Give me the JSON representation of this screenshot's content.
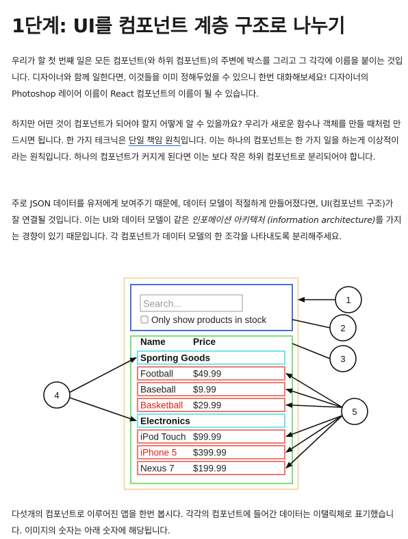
{
  "title": "1단계: UI를 컴포넌트 계층 구조로 나누기",
  "paragraph1": "우리가 할 첫 번째 일은 모든 컴포넌트(와 하위 컴포넌트)의 주변에 박스를 그리고 그 각각에 이름을 붙이는 것입니다. 디자이너와 함께 일한다면, 이것들을 이미 정해두었을 수 있으니 한번 대화해보세요! 디자이너의 Photoshop 레이어 이름이 React 컴포넌트의 이름이 될 수 있습니다.",
  "paragraph2": {
    "before_link": "하지만 어떤 것이 컴포넌트가 되어야 할지 어떻게 알 수 있을까요? 우리가 새로운 함수나 객체를 만들 때처럼 만드시면 됩니다. 한 가지 테크닉은 ",
    "link": "단일 책임 원칙",
    "after_link": "입니다. 이는 하나의 컴포넌트는 한 가지 일을 하는게 이상적이라는 원칙입니다. 하나의 컴포넌트가 커지게 된다면 이는 보다 작은 하위 컴포넌트로 분리되어야 합니다."
  },
  "paragraph3": {
    "before_em": "주로 JSON 데이터를 유저에게 보여주기 때문에, 데이터 모델이 적절하게 만들어졌다면, UI(컴포넌트 구조)가 잘 연결될 것입니다. 이는 UI와 데이터 모델이 같은 ",
    "em": "인포메이션 아키텍처 (information architecture)",
    "after_em": "를 가지는 경향이 있기 때문입니다. 각 컴포넌트가 데이터 모델의 한 조각을 나타내도록 분리해주세요."
  },
  "paragraph4": "다섯개의 컴포넌트로 이루어진 앱을 한번 봅시다. 각각의 컴포넌트에 들어간 데이터는 이탤릭체로 표기했습니다. 이미지의 숫자는 아래 숫자에 해당됩니다.",
  "figure": {
    "search_placeholder": "Search...",
    "checkbox_label": "Only show products in stock",
    "header_name": "Name",
    "header_price": "Price",
    "categories": [
      {
        "name": "Sporting Goods",
        "products": [
          {
            "name": "Football",
            "price": "$49.99",
            "stocked": true
          },
          {
            "name": "Baseball",
            "price": "$9.99",
            "stocked": true
          },
          {
            "name": "Basketball",
            "price": "$29.99",
            "stocked": false
          }
        ]
      },
      {
        "name": "Electronics",
        "products": [
          {
            "name": "iPod Touch",
            "price": "$99.99",
            "stocked": true
          },
          {
            "name": "iPhone 5",
            "price": "$399.99",
            "stocked": false
          },
          {
            "name": "Nexus 7",
            "price": "$199.99",
            "stocked": true
          }
        ]
      }
    ],
    "callouts": [
      "1",
      "2",
      "3",
      "4",
      "5"
    ],
    "colors": {
      "outer": "#f7d9a6",
      "search_box": "#4a6fe0",
      "table_box": "#7be07b",
      "category_row": "#6ee6ee",
      "product_row": "#f07a72",
      "out_of_stock": "#e0201a"
    }
  }
}
